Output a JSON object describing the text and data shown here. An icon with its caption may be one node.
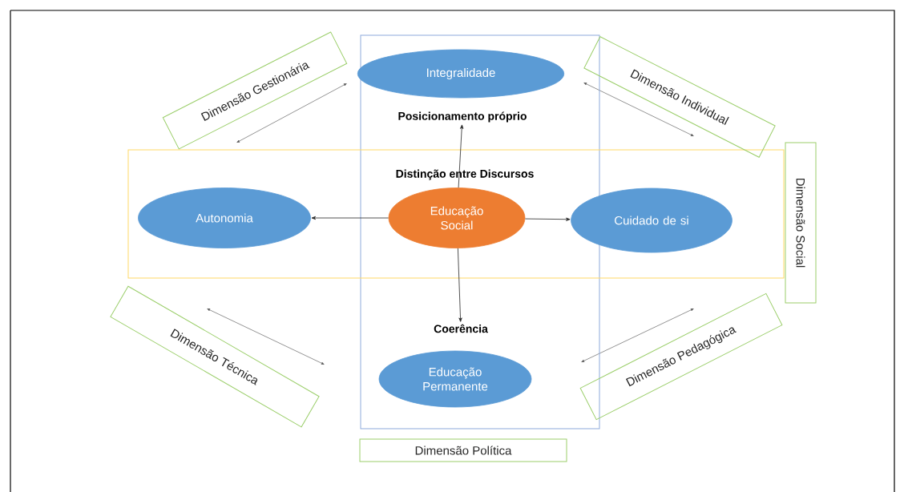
{
  "diagram": {
    "nodes": [
      {
        "text": [],
        "shape": "box"
      },
      {
        "text": [
          "Integralidade"
        ],
        "in": 0
      },
      {
        "text": [
          "Posicionamento próprio"
        ],
        "in": 0
      },
      {
        "text": [
          "Distinção entre Discursos"
        ]
      },
      {
        "text": [
          "Autonomia"
        ],
        "in": 3
      },
      {
        "text": [
          "Educação Social"
        ]
      },
      {
        "text": [
          "Cuidado de si"
        ],
        "in": 3
      },
      {
        "text": [
          "Coerência"
        ],
        "in": 0
      },
      {
        "text": [
          "Educação Permanente"
        ],
        "in": 0
      },
      {
        "text": [
          "Dimensão Gestionária"
        ]
      },
      {
        "text": [
          "Dimensão Individual"
        ]
      },
      {
        "text": [
          "Dimensão Social"
        ]
      },
      {
        "text": [
          "Dimensão Técnica"
        ]
      },
      {
        "text": [
          "Dimensão Pedagógica"
        ]
      },
      {
        "text": [
          "Dimensão Política"
        ]
      }
    ],
    "edges": [
      {
        "from": 5,
        "to": 2,
        "arrow": "to"
      },
      {
        "from": 5,
        "to": 4,
        "arrow": "to"
      },
      {
        "from": 5,
        "to": 6,
        "arrow": "to"
      },
      {
        "from": 5,
        "to": 7,
        "arrow": "to"
      }
    ]
  }
}
